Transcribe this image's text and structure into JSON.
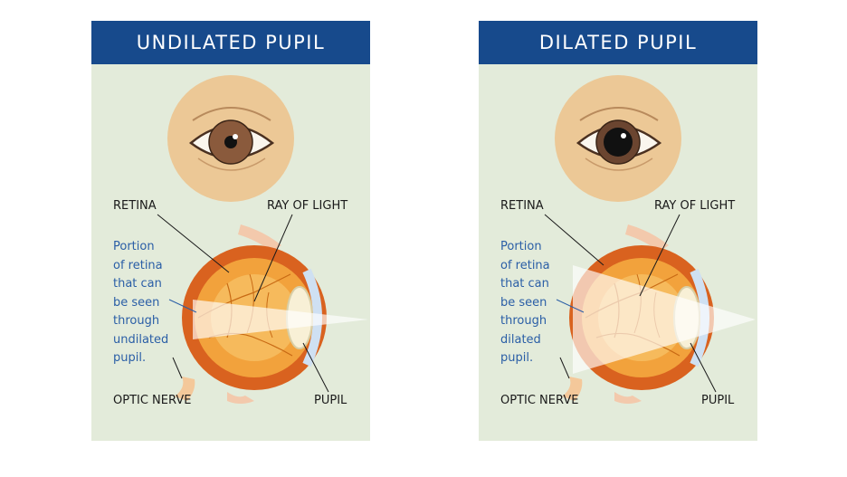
{
  "colors": {
    "header_bg": "#174a8c",
    "panel_bg": "#e3ebda",
    "skin": "#ecc896",
    "iris": "#8a5a3c",
    "eyeball": "#d9621f",
    "retina_inner": "#f2a23c",
    "portion_text": "#2a5ea6"
  },
  "panels": [
    {
      "title": "UNDILATED PUPIL",
      "pupil_state": "undilated",
      "labels": {
        "retina": "RETINA",
        "ray_of_light": "RAY OF LIGHT",
        "optic_nerve": "OPTIC NERVE",
        "pupil": "PUPIL"
      },
      "portion_lines": [
        "Portion",
        "of retina",
        "that can",
        "be seen",
        "through",
        "undilated",
        "pupil."
      ]
    },
    {
      "title": "DILATED PUPIL",
      "pupil_state": "dilated",
      "labels": {
        "retina": "RETINA",
        "ray_of_light": "RAY OF LIGHT",
        "optic_nerve": "OPTIC NERVE",
        "pupil": "PUPIL"
      },
      "portion_lines": [
        "Portion",
        "of retina",
        "that can",
        "be seen",
        "through",
        "dilated",
        "pupil."
      ]
    }
  ]
}
